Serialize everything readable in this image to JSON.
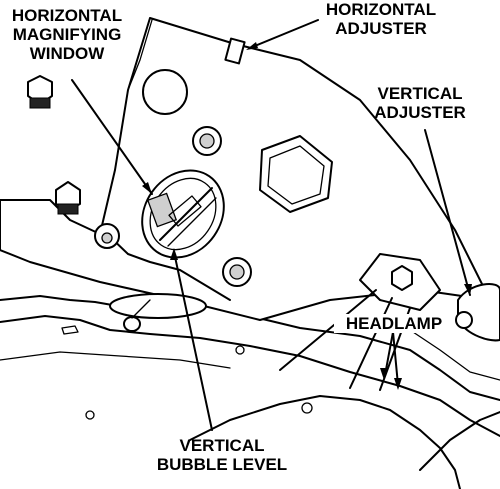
{
  "labels": {
    "horizontal_magnifying_window": [
      "HORIZONTAL",
      "MAGNIFYING",
      "WINDOW"
    ],
    "horizontal_adjuster": [
      "HORIZONTAL",
      "ADJUSTER"
    ],
    "vertical_adjuster": [
      "VERTICAL",
      "ADJUSTER"
    ],
    "headlamp": "HEADLAMP",
    "vertical_bubble_level": [
      "VERTICAL",
      "BUBBLE LEVEL"
    ]
  }
}
